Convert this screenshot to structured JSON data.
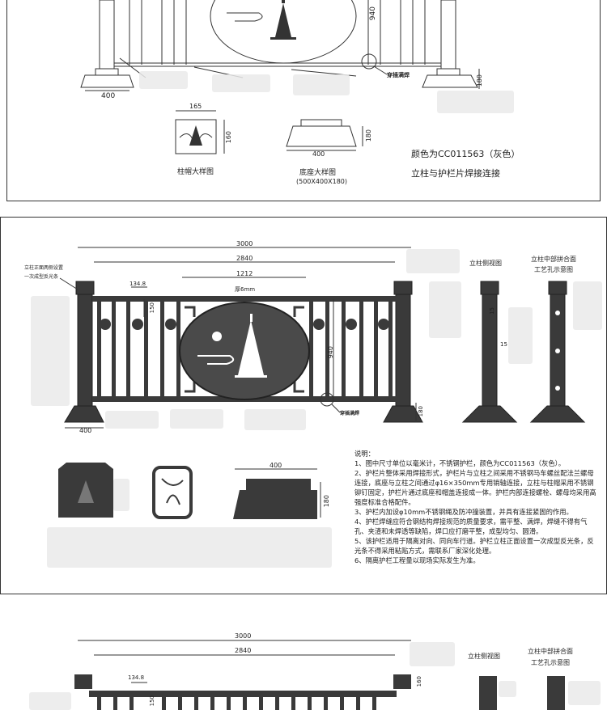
{
  "top_panel": {
    "dim_940": "940",
    "dim_400_left": "400",
    "dim_180_right": "180",
    "weld_note": "穿插满焊",
    "cap_detail": {
      "width": "165",
      "height": "160",
      "label": "柱帽大样图"
    },
    "base_detail": {
      "width": "400",
      "height": "180",
      "label": "底座大样图",
      "size": "(500X400X180)"
    },
    "color_note": "颜色为CC011563（灰色）",
    "weld_note2": "立柱与护栏片焊接连接"
  },
  "middle_panel": {
    "dim_total": "3000",
    "dim_inner": "2840",
    "dim_center": "1212",
    "thickness": "厚6mm",
    "dim_134": "134.8",
    "dim_150": "150",
    "dim_940": "940",
    "dim_180": "180",
    "dim_400": "400",
    "weld_note": "穿插满焊",
    "reflector_note_1": "立柱正面两侧设置",
    "reflector_note_2": "一次成型反光条",
    "side_view_label": "立柱侧视图",
    "mid_hole_label_1": "立柱中部拼合面",
    "mid_hole_label_2": "工艺孔示意图",
    "dim_15a": "15",
    "dim_15b": "15",
    "base_detail_width": "400",
    "base_detail_height": "180",
    "notes_title": "说明：",
    "notes": [
      "1、图中尺寸单位以毫米计，不锈钢护栏，颜色为CC011563（灰色）。",
      "2、护栏片整体采用焊接形式，护栏片与立柱之间采用不锈钢马车螺丝配法兰螺母连接，底座与立柱之间通过φ16×350mm专用销轴连接，立柱与柱帽采用不锈钢铆钉固定，护栏片通过底座和帽盖连接成一体。护栏内部连接螺栓、螺母均采用高强度标准合格配件。",
      "3、护栏内加设φ10mm不锈钢绳及防冲撞装置，并具有连接紧固的作用。",
      "4、护栏焊缝应符合钢结构焊接规范的质量要求，需平整、满焊，焊缝不得有气孔、夹渣和未焊透等缺陷，焊口应打磨平整，成型均匀、圆滑。",
      "5、该护栏适用于隔离对向、同向车行道。护栏立柱正面设置一次成型反光条，反光条不得采用粘贴方式，需联系厂家深化处理。",
      "6、隔离护栏工程量以现场实际发生为准。"
    ]
  },
  "bottom_panel": {
    "dim_total": "3000",
    "dim_inner": "2840",
    "dim_134": "134.8",
    "dim_150": "150",
    "dim_160": "160",
    "side_view_label": "立柱侧视图",
    "mid_hole_label_1": "立柱中部拼合面",
    "mid_hole_label_2": "工艺孔示意图"
  },
  "colors": {
    "steel": "#3a3a3a",
    "line": "#222222",
    "background": "#ffffff"
  }
}
